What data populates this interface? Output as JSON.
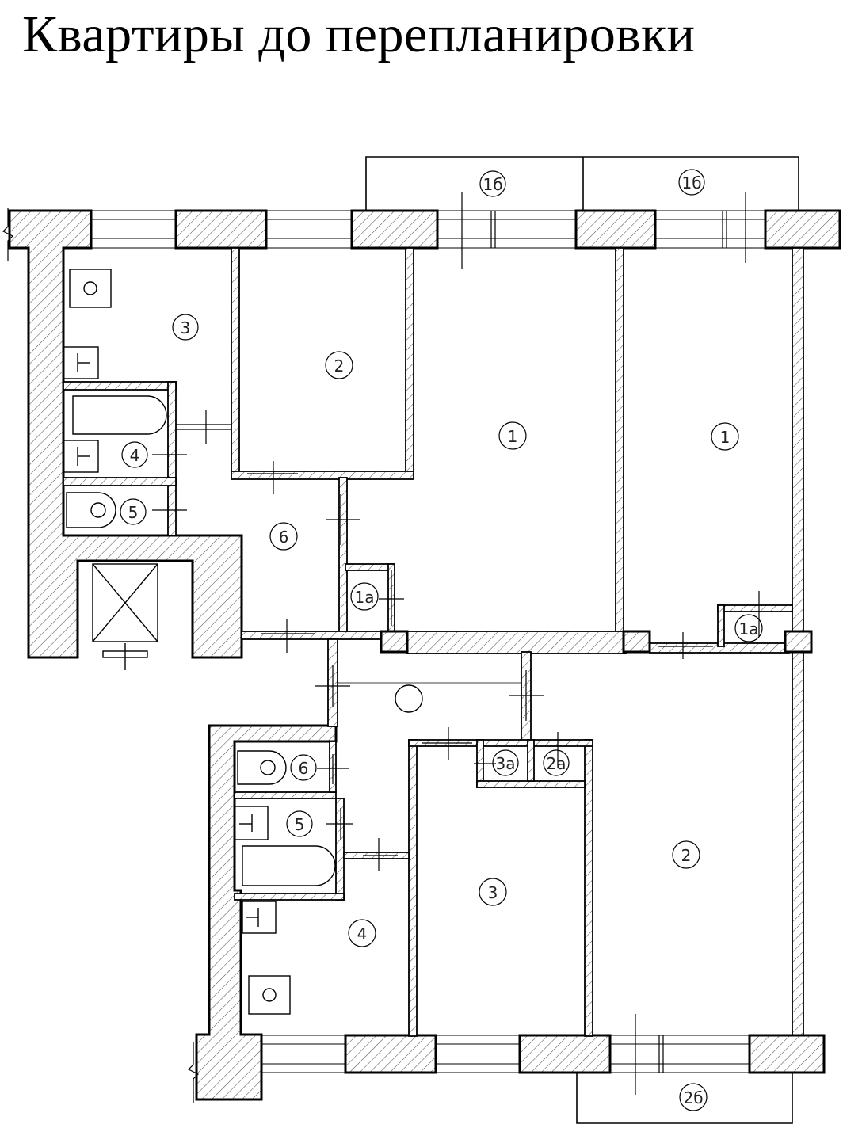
{
  "title": "Квартиры до перепланировки",
  "apartment_a": {
    "balcony_labels": [
      "1б",
      "1б"
    ],
    "rooms": {
      "r1_left": "1",
      "r1_right": "1",
      "r2": "2",
      "r3": "3",
      "r4": "4",
      "r5": "5",
      "r6": "6",
      "r1a_left": "1а",
      "r1a_right": "1а"
    }
  },
  "apartment_b": {
    "balcony_label": "2б",
    "rooms": {
      "r2": "2",
      "r3": "3",
      "r4": "4",
      "r5": "5",
      "r6": "6",
      "r2a": "2а",
      "r3a": "3а"
    }
  },
  "colors": {
    "line": "#000000",
    "hatch": "#555555",
    "background": "#ffffff"
  }
}
